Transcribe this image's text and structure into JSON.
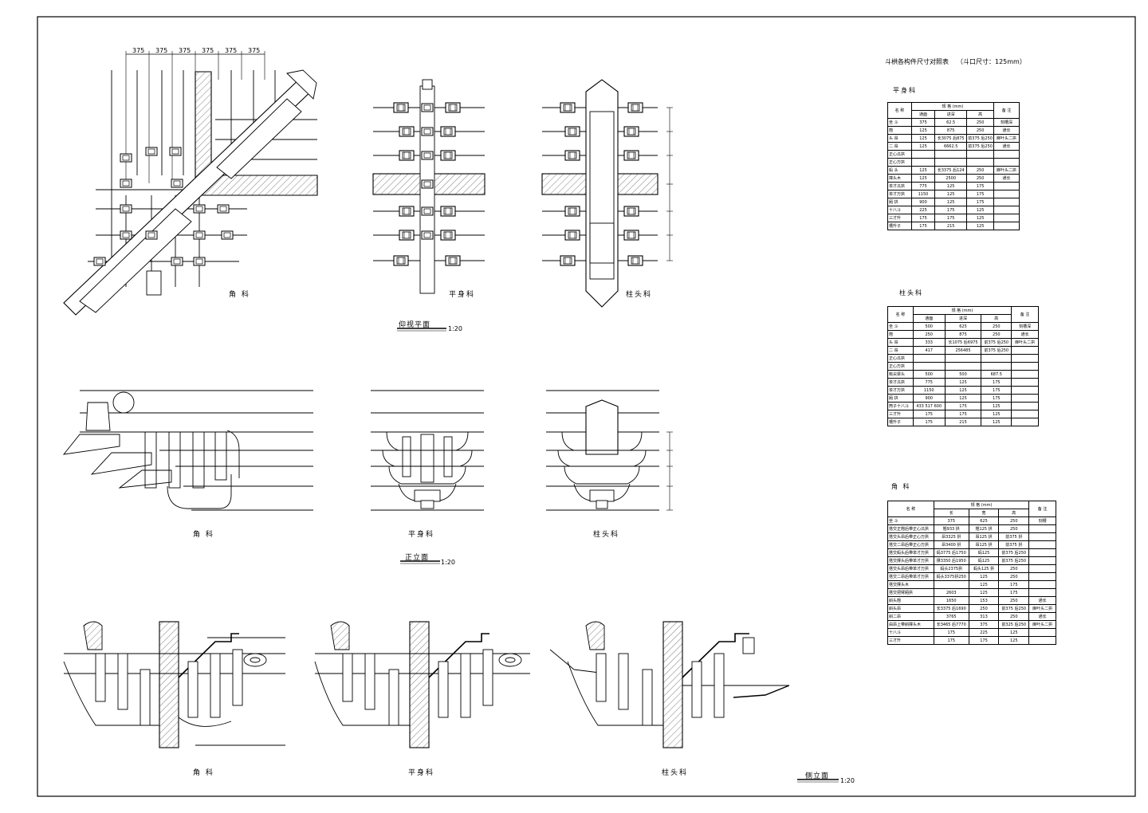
{
  "sheet": {
    "table_main_title": "斗栱各构件尺寸对照表",
    "table_main_note": "（斗口尺寸：125mm）"
  },
  "plan": {
    "section_title": "仰视平面",
    "scale": "1:20",
    "dim_labels": [
      "375",
      "375",
      "375",
      "375",
      "375",
      "375"
    ],
    "labels": {
      "corner": "角 科",
      "flat": "平身科",
      "column": "柱头科"
    }
  },
  "front": {
    "section_title": "正立面",
    "scale": "1:20",
    "labels": {
      "corner": "角 科",
      "flat": "平身科",
      "column": "柱头科"
    }
  },
  "side": {
    "section_title": "侧立面",
    "scale": "1:20",
    "labels": {
      "corner": "角 科",
      "flat": "平身科",
      "column": "柱头科"
    }
  },
  "tables": {
    "flat": {
      "title": "平身科",
      "header": [
        "名 称",
        "规 格 (mm)",
        "备 注"
      ],
      "subheader": [
        "",
        "通面",
        "进深",
        "高",
        ""
      ],
      "rows": [
        [
          "坐 斗",
          "375",
          "62.5",
          "250",
          "刻槽深"
        ],
        [
          "翘",
          "125",
          "875",
          "250",
          "通长"
        ],
        [
          "头 昂",
          "125",
          "长3075 后875",
          "前375 后250",
          "麻叶头二拱"
        ],
        [
          "二 昂",
          "125",
          "6662.5",
          "前375 后250",
          "通长"
        ],
        [
          "正心瓜拱",
          "",
          "",
          "",
          ""
        ],
        [
          "正心万拱",
          "",
          "",
          "",
          ""
        ],
        [
          "蚂 头",
          "125",
          "长3375 后124",
          "250",
          "麻叶头二拱"
        ],
        [
          "撑头木",
          "125",
          "2500",
          "250",
          "通长"
        ],
        [
          "单才瓜拱",
          "775",
          "125",
          "175",
          ""
        ],
        [
          "单才万拱",
          "1150",
          "125",
          "175",
          ""
        ],
        [
          "厢 拱",
          "900",
          "125",
          "175",
          ""
        ],
        [
          "十八斗",
          "225",
          "175",
          "125",
          ""
        ],
        [
          "三才升",
          "175",
          "175",
          "125",
          ""
        ],
        [
          "槽升子",
          "175",
          "215",
          "125",
          ""
        ]
      ]
    },
    "column": {
      "title": "柱头科",
      "header": [
        "名 称",
        "规 格 (mm)",
        "备 注"
      ],
      "subheader": [
        "",
        "通面",
        "进深",
        "高",
        ""
      ],
      "rows": [
        [
          "坐 斗",
          "500",
          "625",
          "250",
          "刻槽深"
        ],
        [
          "翘",
          "250",
          "875",
          "250",
          "通长"
        ],
        [
          "头 昂",
          "333",
          "长1075 后6975",
          "前375 后250",
          "麻叶头二拱"
        ],
        [
          "二 昂",
          "417",
          "256485",
          "前375 后250",
          ""
        ],
        [
          "正心瓜拱",
          "",
          "",
          "",
          ""
        ],
        [
          "正心万拱",
          "",
          "",
          "",
          ""
        ],
        [
          "桃尖梁头",
          "500",
          "500",
          "687.5",
          ""
        ],
        [
          "单才瓜拱",
          "775",
          "125",
          "175",
          ""
        ],
        [
          "单才万拱",
          "1150",
          "125",
          "175",
          ""
        ],
        [
          "厢 拱",
          "900",
          "125",
          "175",
          ""
        ],
        [
          "筒子十八斗",
          "433 517 600",
          "175",
          "125",
          ""
        ],
        [
          "三才升",
          "175",
          "175",
          "125",
          ""
        ],
        [
          "槽升子",
          "175",
          "215",
          "125",
          ""
        ]
      ]
    },
    "corner": {
      "title": "角 科",
      "header": [
        "名 称",
        "规 格 (mm)",
        "备 注"
      ],
      "subheader": [
        "",
        "长",
        "宽",
        "高",
        ""
      ],
      "rows": [
        [
          "坐 斗",
          "375",
          "625",
          "250",
          "刻槽"
        ],
        [
          "搭交正翘后带正心瓜拱",
          "翘933 拱",
          "翘125 拱",
          "250",
          ""
        ],
        [
          "搭交头昂后带正心万拱",
          "昂3325 拱",
          "昂125 拱",
          "前375 拱",
          ""
        ],
        [
          "搭交二昂后带正心万拱",
          "昂3400 拱",
          "昂125 拱",
          "前375 拱",
          ""
        ],
        [
          "搭交蚂头后带单才万拱",
          "蚂3775 后1750",
          "蚂125",
          "前375 后250",
          ""
        ],
        [
          "搭交撑头后带单才万拱",
          "撑3350 后1950",
          "蚂125",
          "前375 后250",
          ""
        ],
        [
          "搭交头昂后带单才万拱",
          "蚂头2375拱",
          "蚂头125 拱",
          "250",
          ""
        ],
        [
          "搭交二昂后带单才万拱",
          "蚂头3375拱250",
          "125",
          "250",
          ""
        ],
        [
          "搭交撑头木",
          "",
          "125",
          "175",
          ""
        ],
        [
          "搭交把臂厢拱",
          "2603",
          "125",
          "175",
          ""
        ],
        [
          "斜头翘",
          "1650",
          "153",
          "250",
          "通长"
        ],
        [
          "斜头昂",
          "长3375 后1690",
          "250",
          "前375 后250",
          "麻叶头二拱"
        ],
        [
          "斜二昂",
          "3765",
          "313",
          "250",
          "通长"
        ],
        [
          "由昂上带斜撑头木",
          "长3465 后7770",
          "375",
          "前325 后250",
          "麻叶头二拱"
        ],
        [
          "十八斗",
          "175",
          "225",
          "125",
          ""
        ],
        [
          "三才升",
          "175",
          "175",
          "125",
          ""
        ]
      ]
    }
  }
}
